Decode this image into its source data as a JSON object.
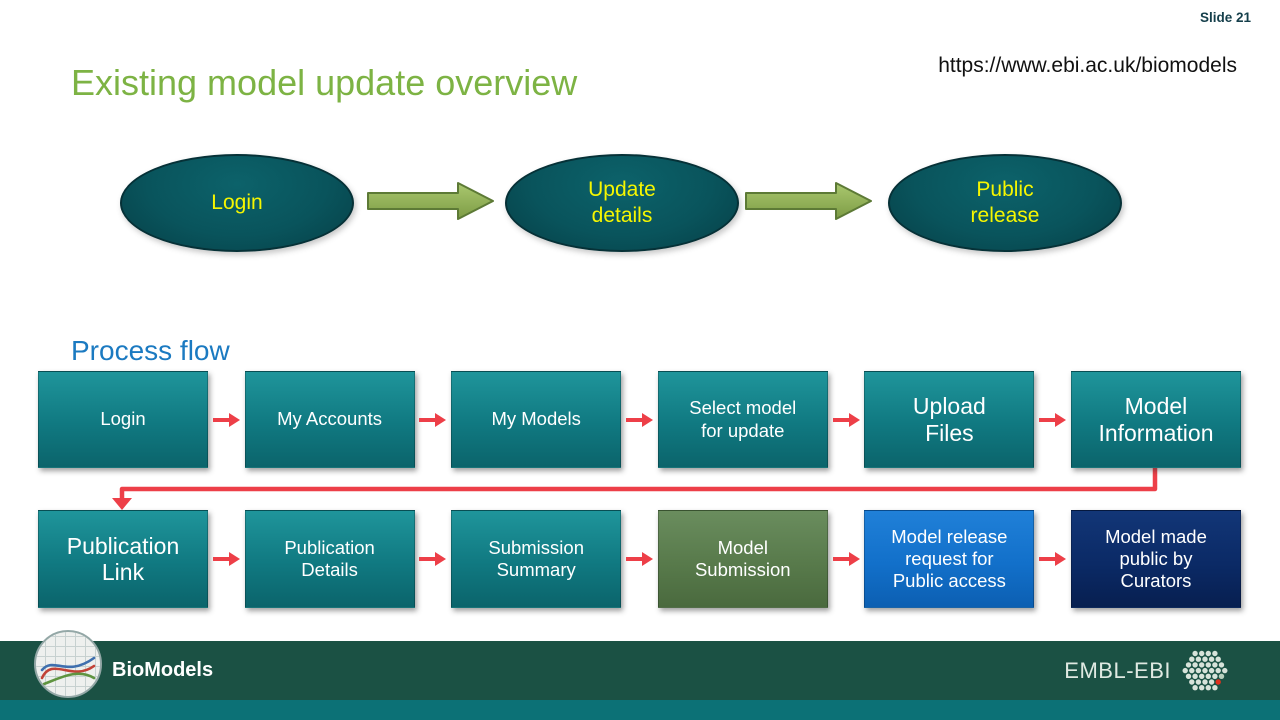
{
  "slide": {
    "number": "Slide 21",
    "title": "Existing model update overview",
    "url": "https://www.ebi.ac.uk/biomodels"
  },
  "overview_flow": {
    "nodes": [
      {
        "label": "Login"
      },
      {
        "label": "Update\ndetails"
      },
      {
        "label": "Public\nrelease"
      }
    ]
  },
  "process_flow": {
    "heading": "Process flow",
    "row1": [
      {
        "label": "Login"
      },
      {
        "label": "My Accounts"
      },
      {
        "label": "My Models"
      },
      {
        "label": "Select model\nfor update"
      },
      {
        "label": "Upload\nFiles"
      },
      {
        "label": "Model\nInformation"
      }
    ],
    "row2": [
      {
        "label": "Publication\nLink"
      },
      {
        "label": "Publication\nDetails"
      },
      {
        "label": "Submission\nSummary"
      },
      {
        "label": "Model\nSubmission"
      },
      {
        "label": "Model release\nrequest for\nPublic access"
      },
      {
        "label": "Model made\npublic by\nCurators"
      }
    ]
  },
  "footer": {
    "brand": "BioModels",
    "org": "EMBL-EBI"
  },
  "colors": {
    "title_green": "#7db344",
    "heading_blue": "#1b7ac1",
    "ellipse_teal": "#09545c",
    "ellipse_text_yellow": "#f6f600",
    "block_arrow_green": "#8fb054",
    "flow_arrow_red": "#ed3f48",
    "box_teal": "#107981",
    "box_green": "#587a4b",
    "box_blue": "#1270ca",
    "box_navy": "#0b2a66",
    "footer_green": "#1b5144",
    "footer_strip_teal": "#0c7176"
  }
}
